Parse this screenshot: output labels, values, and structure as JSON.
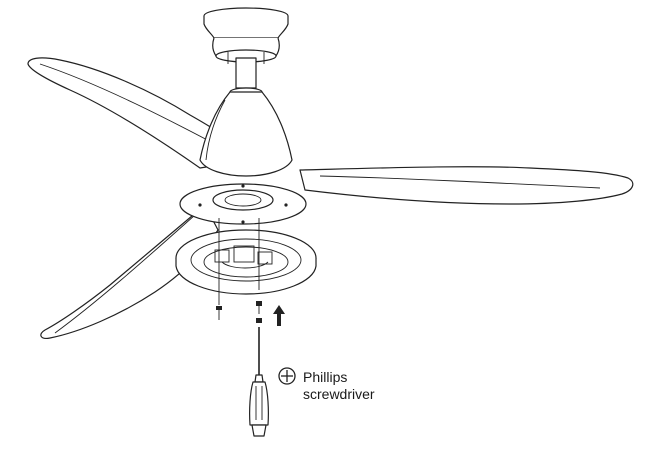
{
  "illustration": {
    "subject": "ceiling-fan-light-kit-installation",
    "icon": "phillips-head-symbol-icon"
  },
  "label": {
    "line1": "Phillips",
    "line2": "screwdriver"
  }
}
